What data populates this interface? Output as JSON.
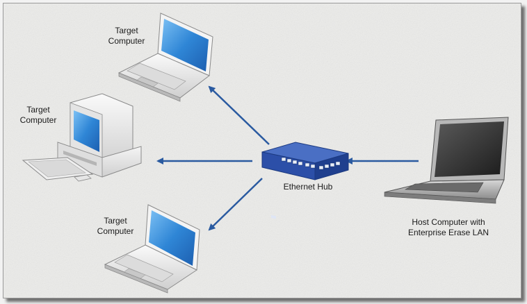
{
  "diagram": {
    "nodes": {
      "laptop_top": {
        "label_line1": "Target",
        "label_line2": "Computer"
      },
      "desktop_left": {
        "label_line1": "Target",
        "label_line2": "Computer"
      },
      "laptop_bottom": {
        "label_line1": "Target",
        "label_line2": "Computer"
      },
      "hub": {
        "label": "Ethernet Hub"
      },
      "host": {
        "label_line1": "Host Computer with",
        "label_line2": "Enterprise Erase LAN"
      }
    },
    "edges": [
      {
        "from": "host",
        "to": "hub"
      },
      {
        "from": "hub",
        "to": "laptop_top"
      },
      {
        "from": "hub",
        "to": "desktop_left"
      },
      {
        "from": "hub",
        "to": "laptop_bottom"
      }
    ],
    "colors": {
      "arrow": "#2a5aa0",
      "screen": "#2f86d6",
      "hub_body": "#2c4fa8",
      "panel_bg": "#ececea"
    }
  }
}
